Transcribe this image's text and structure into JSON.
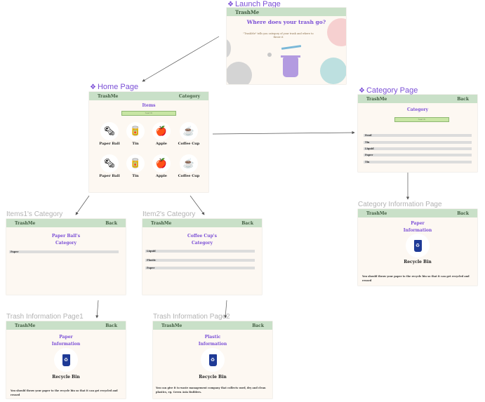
{
  "frames": {
    "launch": "Launch Page",
    "home": "Home Page",
    "category": "Category Page",
    "category_info": "Category Information Page",
    "items1_category": "Items1's Category",
    "item2_category": "Item2's Category",
    "trash_info1": "Trash Information Page1",
    "trash_info2": "Trash Information Page2"
  },
  "brand": "TrashMe",
  "launch": {
    "headline": "Where does your trash go?",
    "tagline": "\"TrashMe\" tells you category of your trash and where to throw it"
  },
  "home": {
    "category_link": "Category",
    "items_title": "Items",
    "search_placeholder": "Search",
    "items": [
      {
        "label": "Paper Ball",
        "icon": "paper-ball-icon",
        "glyph": "🗞"
      },
      {
        "label": "Tin",
        "icon": "tin-can-icon",
        "glyph": "🥫"
      },
      {
        "label": "Apple",
        "icon": "apple-core-icon",
        "glyph": "🍎"
      },
      {
        "label": "Coffee Cup",
        "icon": "coffee-cup-icon",
        "glyph": "☕"
      },
      {
        "label": "Paper Ball",
        "icon": "paper-ball-icon",
        "glyph": "🗞"
      },
      {
        "label": "Tin",
        "icon": "tin-can-icon",
        "glyph": "🥫"
      },
      {
        "label": "Apple",
        "icon": "apple-core-icon",
        "glyph": "🍎"
      },
      {
        "label": "Coffee Cup",
        "icon": "coffee-cup-icon",
        "glyph": "☕"
      }
    ]
  },
  "category_page": {
    "back": "Back",
    "title": "Category",
    "search_placeholder": "Search",
    "rows": [
      "Food",
      "Tin",
      "Liquid",
      "Paper",
      "Tin"
    ]
  },
  "category_info": {
    "back": "Back",
    "title_line1": "Paper",
    "title_line2": "Information",
    "bin_label": "Recycle Bin",
    "description": "You should throw your paper to the recycle bin so that it can get recycled and reused"
  },
  "items1_category": {
    "back": "Back",
    "title_line1": "Paper Ball's",
    "title_line2": "Category",
    "rows": [
      "Paper"
    ]
  },
  "item2_category": {
    "back": "Back",
    "title_line1": "Coffee Cup's",
    "title_line2": "Category",
    "rows": [
      "Liquid",
      "Plastic",
      "Paper"
    ]
  },
  "trash_info1": {
    "back": "Back",
    "title_line1": "Paper",
    "title_line2": "Information",
    "bin_label": "Recycle Bin",
    "description": "You should throw your paper to the recycle bin so that it can get recycled and reused"
  },
  "trash_info2": {
    "back": "Back",
    "title_line1": "Plastic",
    "title_line2": "Information",
    "bin_label": "Recycle Bin",
    "description": "You can give it to waste management company that collects used, dry and clean plastics, eg. Green Asia Builders."
  },
  "colors": {
    "accent": "#7b4fd6",
    "header": "#c9e0c8",
    "screen_bg": "#fdf8f2",
    "bin": "#1e3a96"
  }
}
